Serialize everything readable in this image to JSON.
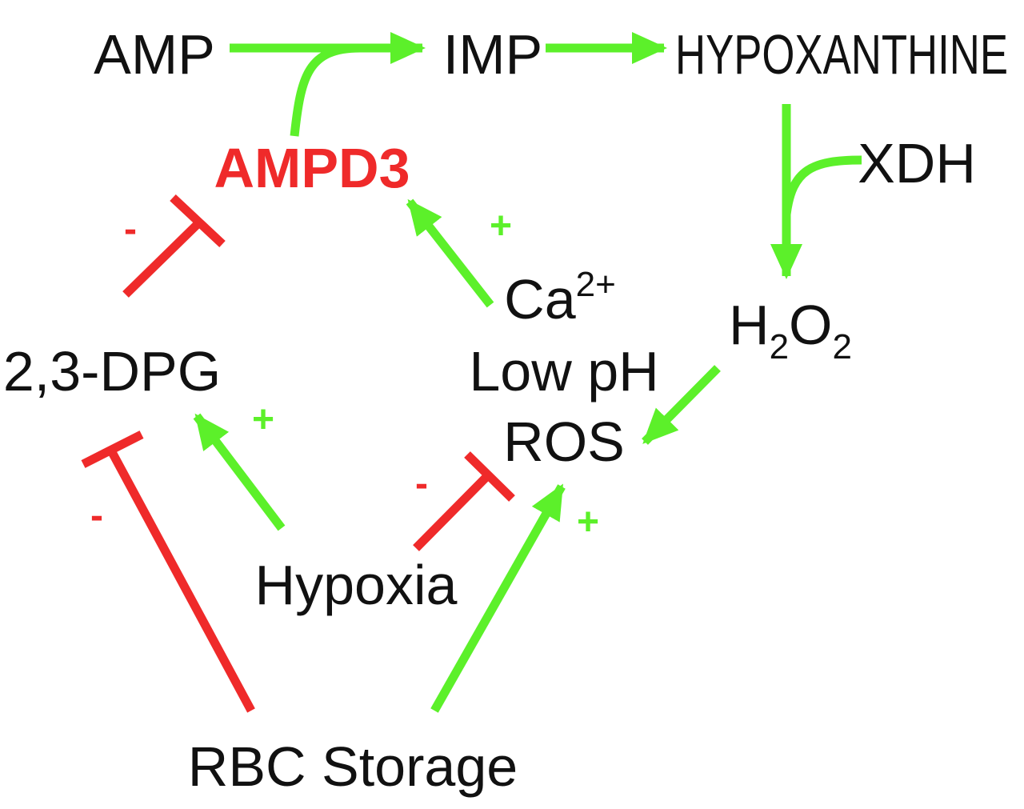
{
  "colors": {
    "activation": "#5cf02a",
    "inhibition": "#ef2a2a",
    "text": "#111111",
    "highlight": "#ef2a2a",
    "background": "#ffffff"
  },
  "nodes": {
    "amp": "AMP",
    "imp": "IMP",
    "hypoxanthine": "HYPOXANTHINE",
    "ampd3": "AMPD3",
    "xdh": "XDH",
    "h2o2": {
      "h": "H",
      "sub1": "2",
      "o": "O",
      "sub2": "2"
    },
    "ca": {
      "base": "Ca",
      "sup": "2+"
    },
    "low_ph": "Low pH",
    "ros": "ROS",
    "dpg": "2,3-DPG",
    "hypoxia": "Hypoxia",
    "rbc_storage": "RBC Storage"
  },
  "signs": {
    "dpg_inhibits_ampd3": "-",
    "ca_activates_ampd3": "+",
    "hypoxia_activates_dpg": "+",
    "storage_inhibits_dpg": "-",
    "hypoxia_inhibits_ros": "-",
    "storage_activates_ros": "+"
  }
}
